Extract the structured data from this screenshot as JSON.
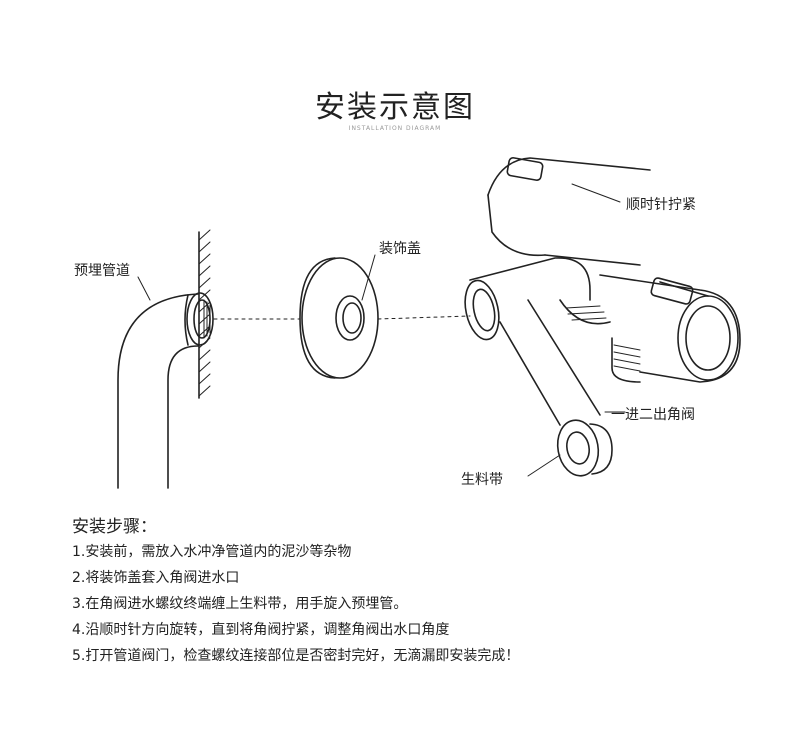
{
  "header": {
    "title": "安装示意图",
    "subtitle": "INSTALLATION DIAGRAM"
  },
  "labels": {
    "embedded_pipe": "预埋管道",
    "decorative_cover": "装饰盖",
    "tighten_clockwise": "顺时针拧紧",
    "angle_valve": "一进二出角阀",
    "ptfe_tape": "生料带"
  },
  "steps": {
    "title": "安装步骤：",
    "items": [
      "1.安装前，需放入水冲净管道内的泥沙等杂物",
      "2.将装饰盖套入角阀进水口",
      "3.在角阀进水螺纹终端缠上生料带，用手旋入预埋管。",
      "4.沿顺时针方向旋转，直到将角阀拧紧，调整角阀出水口角度",
      "5.打开管道阀门，检查螺纹连接部位是否密封完好，无滴漏即安装完成！"
    ]
  }
}
